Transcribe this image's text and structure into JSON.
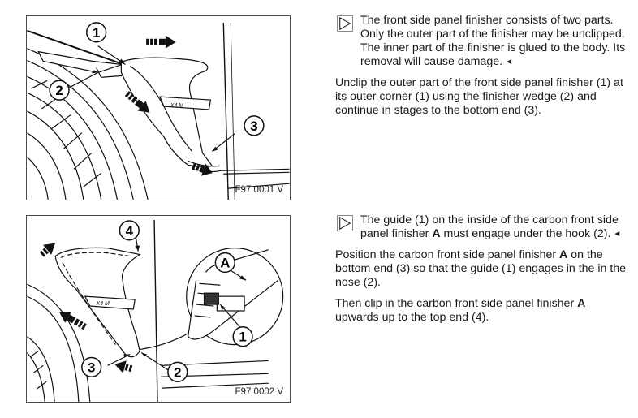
{
  "figures": [
    {
      "code": "F97 0001 V",
      "callouts": [
        "1",
        "2",
        "3"
      ]
    },
    {
      "code": "F97 0002 V",
      "callouts": [
        "4",
        "A",
        "1",
        "3",
        "2"
      ]
    }
  ],
  "sections": [
    {
      "note": "The front side panel finisher consists of two parts. Only the outer part of the finisher may be unclipped. The inner part of the finisher is glued to the body. Its removal will cause damage.",
      "note_end_icon": "end-of-note-triangle-icon",
      "paragraphs": [
        "Unclip the outer part of the front side panel finisher (1) at its outer corner (1) using the finisher wedge (2) and continue in stages to the bottom end (3)."
      ]
    },
    {
      "note_parts": [
        "The guide (1) on the inside of the carbon front side panel finisher ",
        "A",
        " must engage under the hook (2)."
      ],
      "note_end_icon": "end-of-note-triangle-icon",
      "paragraphs": [
        {
          "parts": [
            "Position the carbon front side panel finisher ",
            "A",
            " on the bottom end (3) so that the guide (1) engages in the in the nose (2)."
          ]
        },
        {
          "parts": [
            "Then clip in the carbon front side panel finisher ",
            "A",
            " upwards up to the top end (4)."
          ]
        }
      ]
    }
  ],
  "icons": {
    "note": "note-play-triangle-icon",
    "end": "◄"
  }
}
